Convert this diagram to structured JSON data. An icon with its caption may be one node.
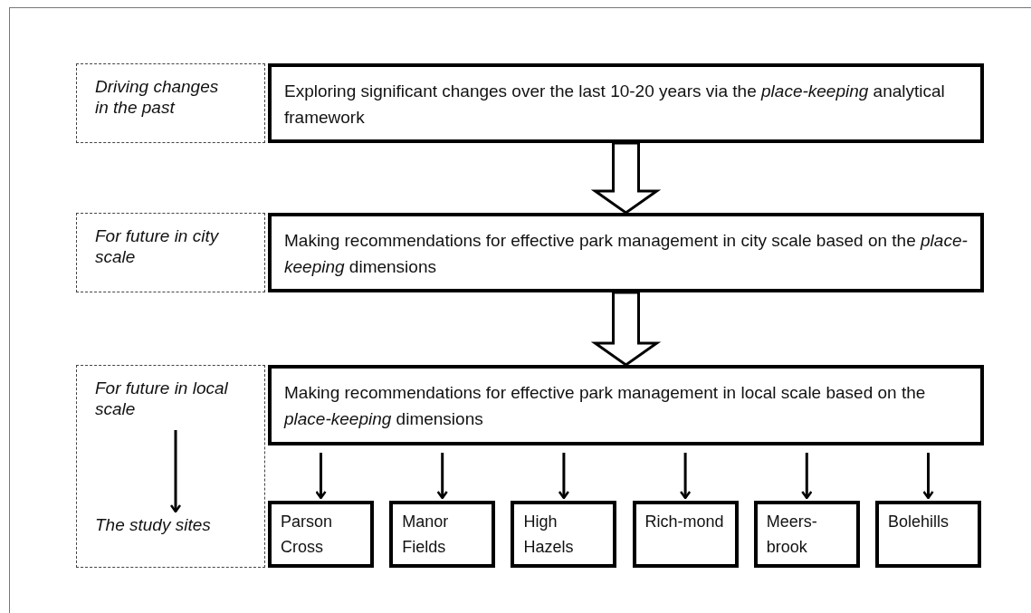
{
  "diagram": {
    "nodes": [
      {
        "text": [
          "Driving changes in the past"
        ]
      },
      {
        "text": [
          "Exploring significant changes over the last 10-20 years via the *place-keeping* analytical framework"
        ]
      },
      {
        "text": [
          "For future in city scale"
        ]
      },
      {
        "text": [
          "Making recommendations for effective park management in city scale based on the *place-keeping* dimensions"
        ]
      },
      {
        "text": [],
        "shape": "box"
      },
      {
        "text": [
          "For future in local scale"
        ],
        "in": 4
      },
      {
        "text": [
          "The study sites"
        ],
        "in": 4
      },
      {
        "text": [
          "Making recommendations for effective park management in local scale based on the *place-keeping* dimensions"
        ]
      },
      {
        "text": [
          "Parson Cross"
        ]
      },
      {
        "text": [
          "Manor Fields"
        ]
      },
      {
        "text": [
          "High Hazels"
        ]
      },
      {
        "text": [
          "Rich-mond"
        ]
      },
      {
        "text": [
          "Meers-brook"
        ]
      },
      {
        "text": [
          "Bolehills"
        ]
      }
    ],
    "edges": [
      {
        "from": 1,
        "to": 3,
        "arrow": "to",
        "style": "thick"
      },
      {
        "from": 3,
        "to": 7,
        "arrow": "to",
        "style": "thick"
      },
      {
        "from": 5,
        "to": 6,
        "arrow": "to"
      },
      {
        "from": 7,
        "to": 8,
        "arrow": "to"
      },
      {
        "from": 7,
        "to": 9,
        "arrow": "to"
      },
      {
        "from": 7,
        "to": 10,
        "arrow": "to"
      },
      {
        "from": 7,
        "to": 11,
        "arrow": "to"
      },
      {
        "from": 7,
        "to": 12,
        "arrow": "to"
      },
      {
        "from": 7,
        "to": 13,
        "arrow": "to"
      }
    ]
  }
}
